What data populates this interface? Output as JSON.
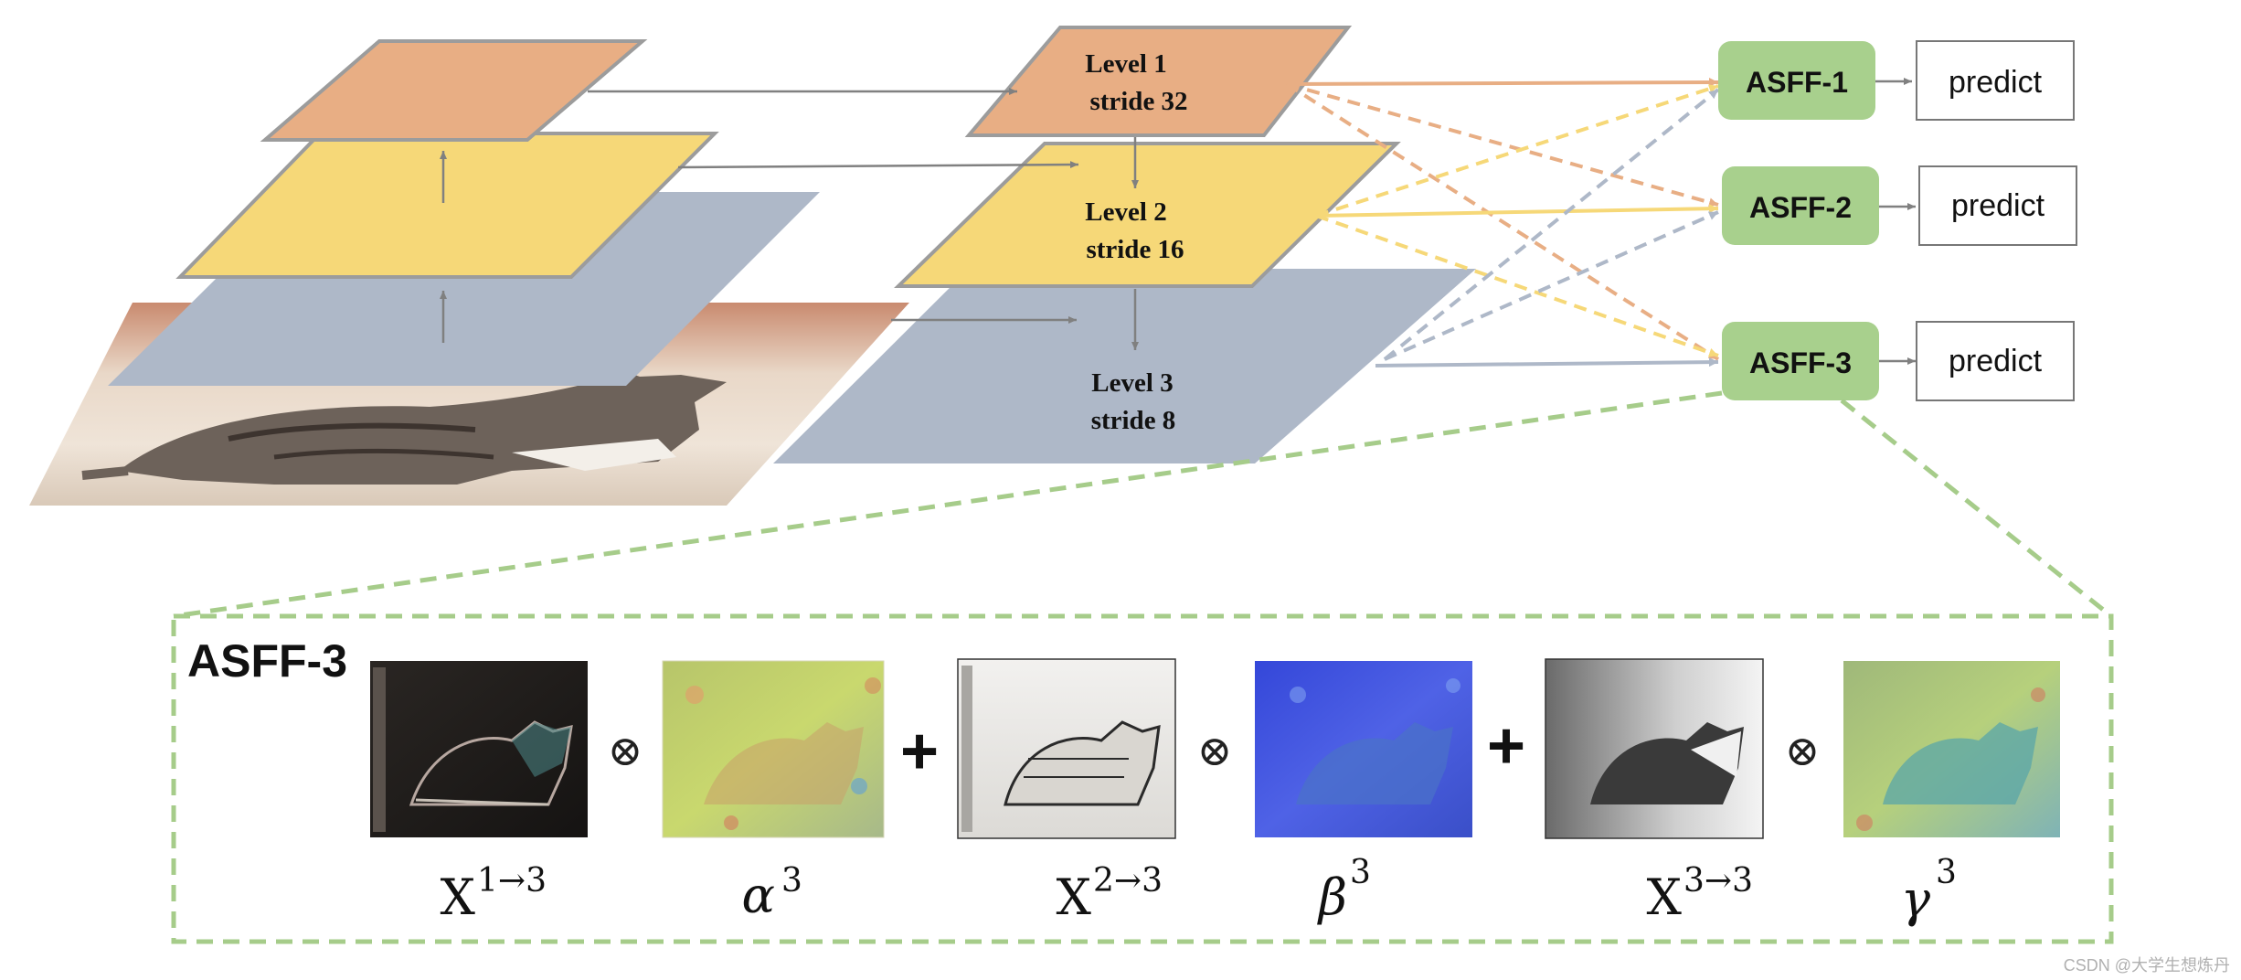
{
  "levels": [
    {
      "name": "Level 1",
      "stride": "stride 32"
    },
    {
      "name": "Level 2",
      "stride": "stride 16"
    },
    {
      "name": "Level 3",
      "stride": "stride 8"
    }
  ],
  "asff_blocks": [
    "ASFF-1",
    "ASFF-2",
    "ASFF-3"
  ],
  "predict_label": "predict",
  "detail": {
    "title": "ASFF-3",
    "terms": [
      {
        "label": "X",
        "sup": "1→3"
      },
      {
        "label": "α",
        "sup": "3"
      },
      {
        "label": "X",
        "sup": "2→3"
      },
      {
        "label": "β",
        "sup": "3"
      },
      {
        "label": "X",
        "sup": "3→3"
      },
      {
        "label": "γ",
        "sup": "3"
      }
    ],
    "operators": [
      "⊗",
      "+",
      "⊗",
      "+",
      "⊗"
    ]
  },
  "watermark": "CSDN @大学生想炼丹",
  "colors": {
    "level1": "#e8ae84",
    "level2": "#f6d878",
    "level3": "#aeb8c8",
    "asff_green": "#a8d08d",
    "dashed_green": "#a6cc8a",
    "arrow_gray": "#808080"
  }
}
